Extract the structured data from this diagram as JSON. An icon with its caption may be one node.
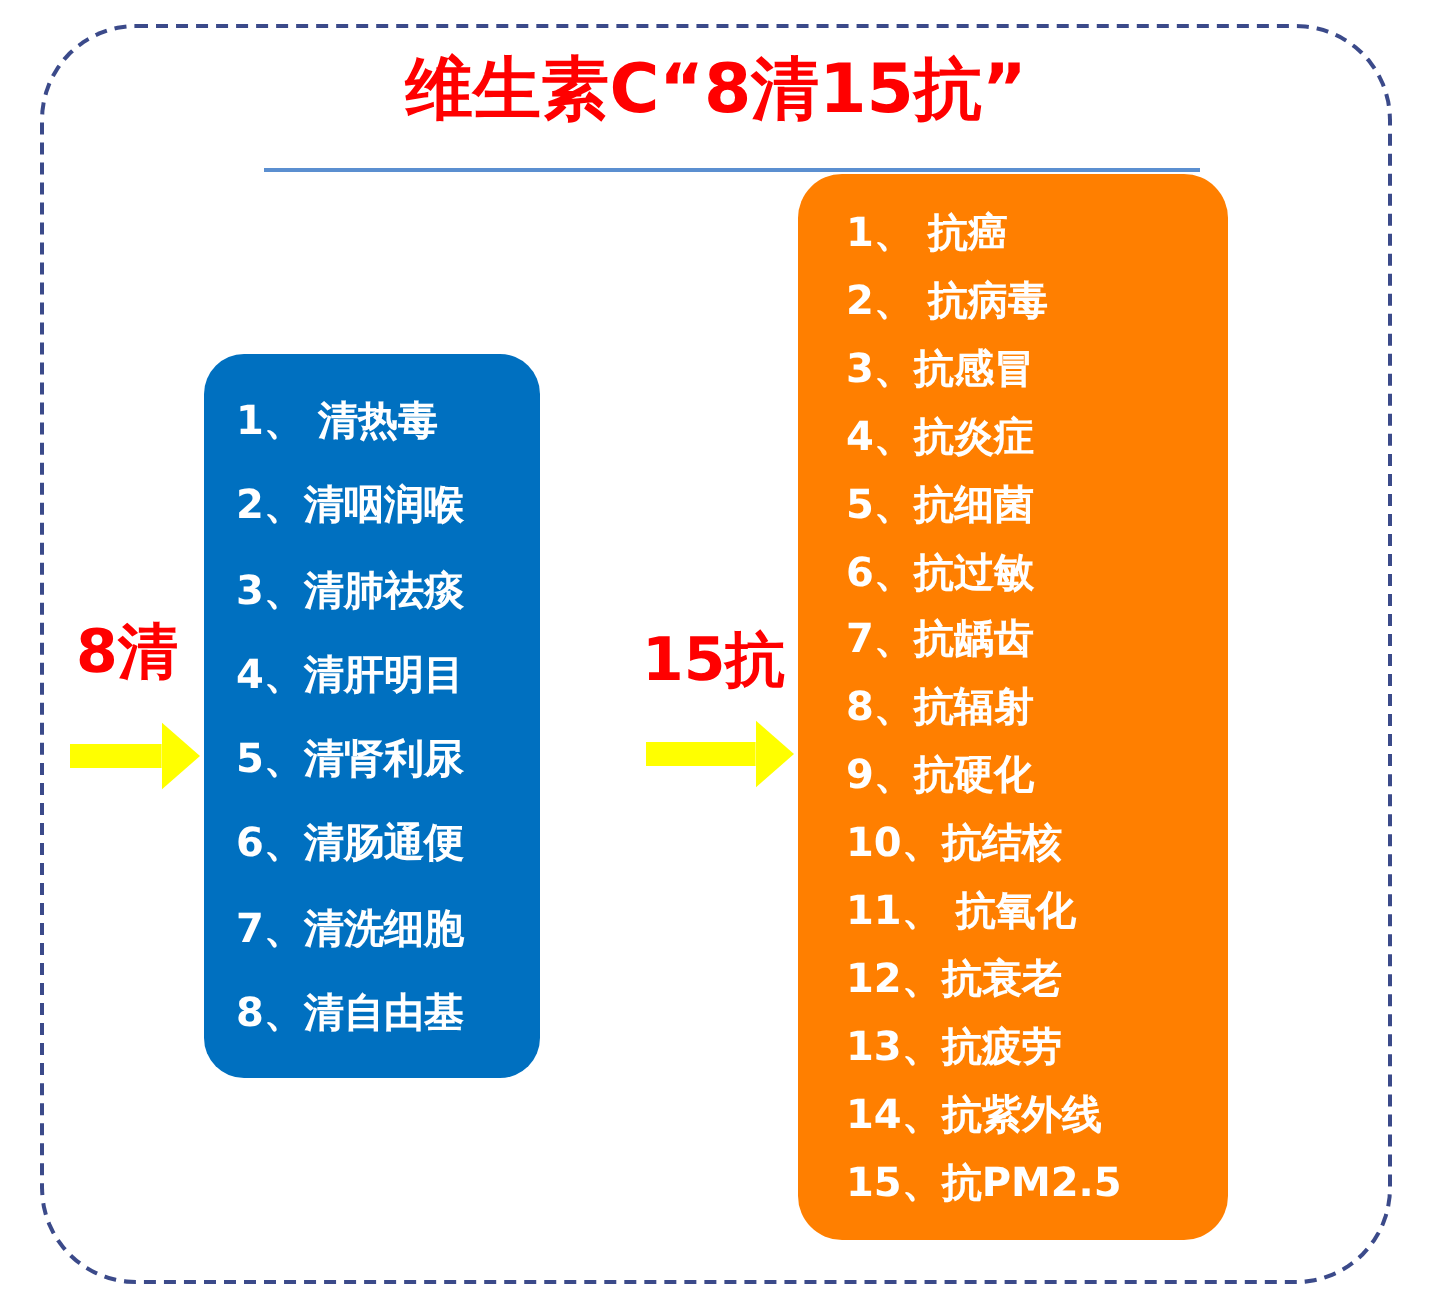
{
  "diagram": {
    "nodes": [
      {
        "text": [
          "维生素C“8清15抗”"
        ]
      },
      {
        "text": [
          "1、 清热毒",
          "2、清咽润喉",
          "3、清肺祛痰",
          "4、清肝明目",
          "5、清肾利尿",
          "6、清肠通便",
          "7、清洗细胞",
          "8、清自由基"
        ],
        "in": 0
      },
      {
        "text": [
          "1、 抗癌",
          "2、 抗病毒",
          "3、抗感冒",
          "4、抗炎症",
          "5、抗细菌",
          "6、抗过敏",
          "7、抗龋齿",
          "8、抗辐射",
          "9、抗硬化",
          "10、抗结核",
          "11、 抗氧化",
          "12、抗衰老",
          "13、抗疲劳",
          "14、抗紫外线",
          "15、抗PM2.5"
        ],
        "in": 0
      }
    ],
    "edges": [
      {
        "from": null,
        "to": 1,
        "arrow": "to"
      },
      {
        "from": null,
        "to": 2,
        "arrow": "to"
      }
    ],
    "labels": [
      "8清",
      "15抗"
    ]
  }
}
